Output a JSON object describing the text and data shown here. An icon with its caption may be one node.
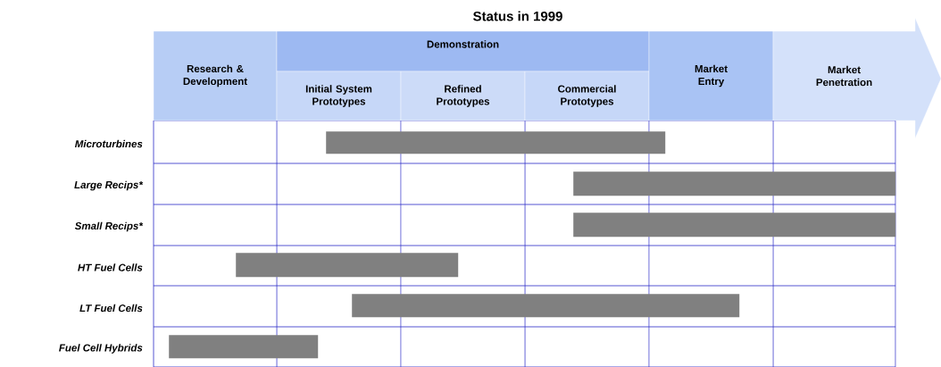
{
  "diagram": {
    "title": "Status in 1999",
    "nodes": [
      {
        "text": [
          "Research & Development"
        ]
      },
      {
        "text": [
          "Demonstration"
        ]
      },
      {
        "text": [
          "Initial System Prototypes"
        ]
      },
      {
        "text": [
          "Refined Prototypes"
        ]
      },
      {
        "text": [
          "Commercial Prototypes"
        ]
      },
      {
        "text": [
          "Market Entry"
        ]
      },
      {
        "text": [
          "Market Penetration"
        ]
      },
      {
        "text": [],
        "shape": "bar"
      },
      {
        "text": [],
        "shape": "bar"
      },
      {
        "text": [],
        "shape": "bar"
      },
      {
        "text": [],
        "shape": "bar"
      },
      {
        "text": [],
        "shape": "bar"
      },
      {
        "text": [],
        "shape": "bar"
      }
    ],
    "labels": [
      "Microturbines",
      "Large Recips*",
      "Small Recips*",
      "HT Fuel Cells",
      "LT Fuel Cells",
      "Fuel Cell Hybrids"
    ]
  }
}
